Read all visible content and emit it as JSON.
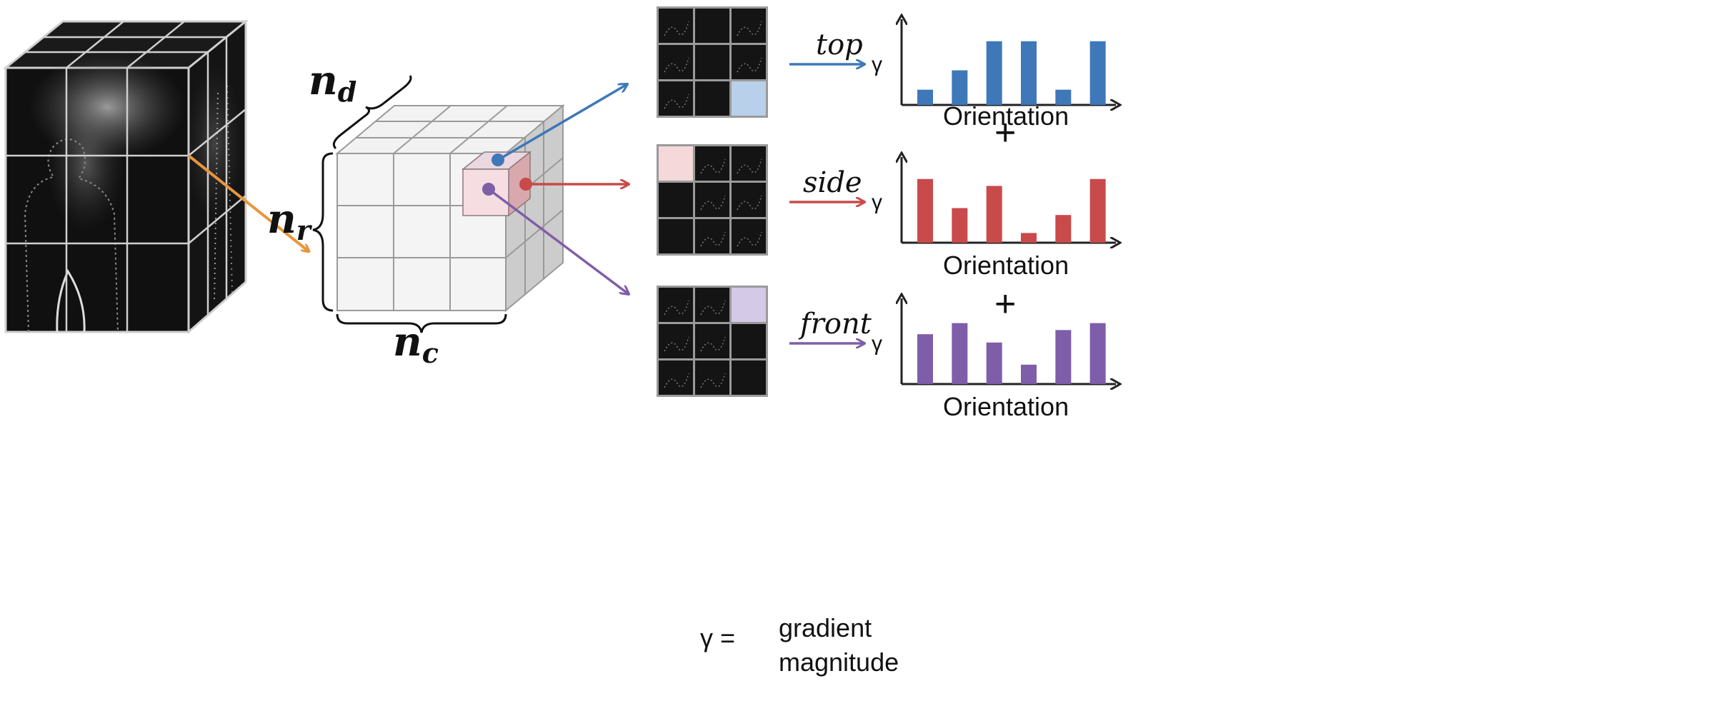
{
  "dims": {
    "n_d": "n",
    "n_d_sub": "d",
    "n_r": "n",
    "n_r_sub": "r",
    "n_c": "n",
    "n_c_sub": "c"
  },
  "projections": [
    {
      "id": "top",
      "label": "top",
      "gamma": "γ",
      "xaxis": "Orientation",
      "color": "#3f78b8",
      "highlight_color": "#b8d0ea",
      "highlight_cell": 8,
      "bars": [
        0.22,
        0.5,
        0.92,
        0.92,
        0.22,
        0.92
      ]
    },
    {
      "id": "side",
      "label": "side",
      "gamma": "γ",
      "xaxis": "Orientation",
      "color": "#c94a4a",
      "highlight_color": "#f4d8da",
      "highlight_cell": 0,
      "bars": [
        0.92,
        0.5,
        0.82,
        0.14,
        0.4,
        0.92
      ]
    },
    {
      "id": "front",
      "label": "front",
      "gamma": "γ",
      "xaxis": "Orientation",
      "color": "#7e5ea8",
      "highlight_color": "#d4c9e6",
      "highlight_cell": 2,
      "bars": [
        0.72,
        0.88,
        0.6,
        0.28,
        0.78,
        0.88
      ]
    }
  ],
  "plus_sign": "+",
  "legend": {
    "symbol": "γ  =",
    "line1": "gradient",
    "line2": "magnitude"
  },
  "colors": {
    "orange_arrow": "#e8963c",
    "blue": "#3f78b8",
    "red": "#c94a4a",
    "purple": "#7e5ea8",
    "cell_pink": "#f6dde2"
  }
}
